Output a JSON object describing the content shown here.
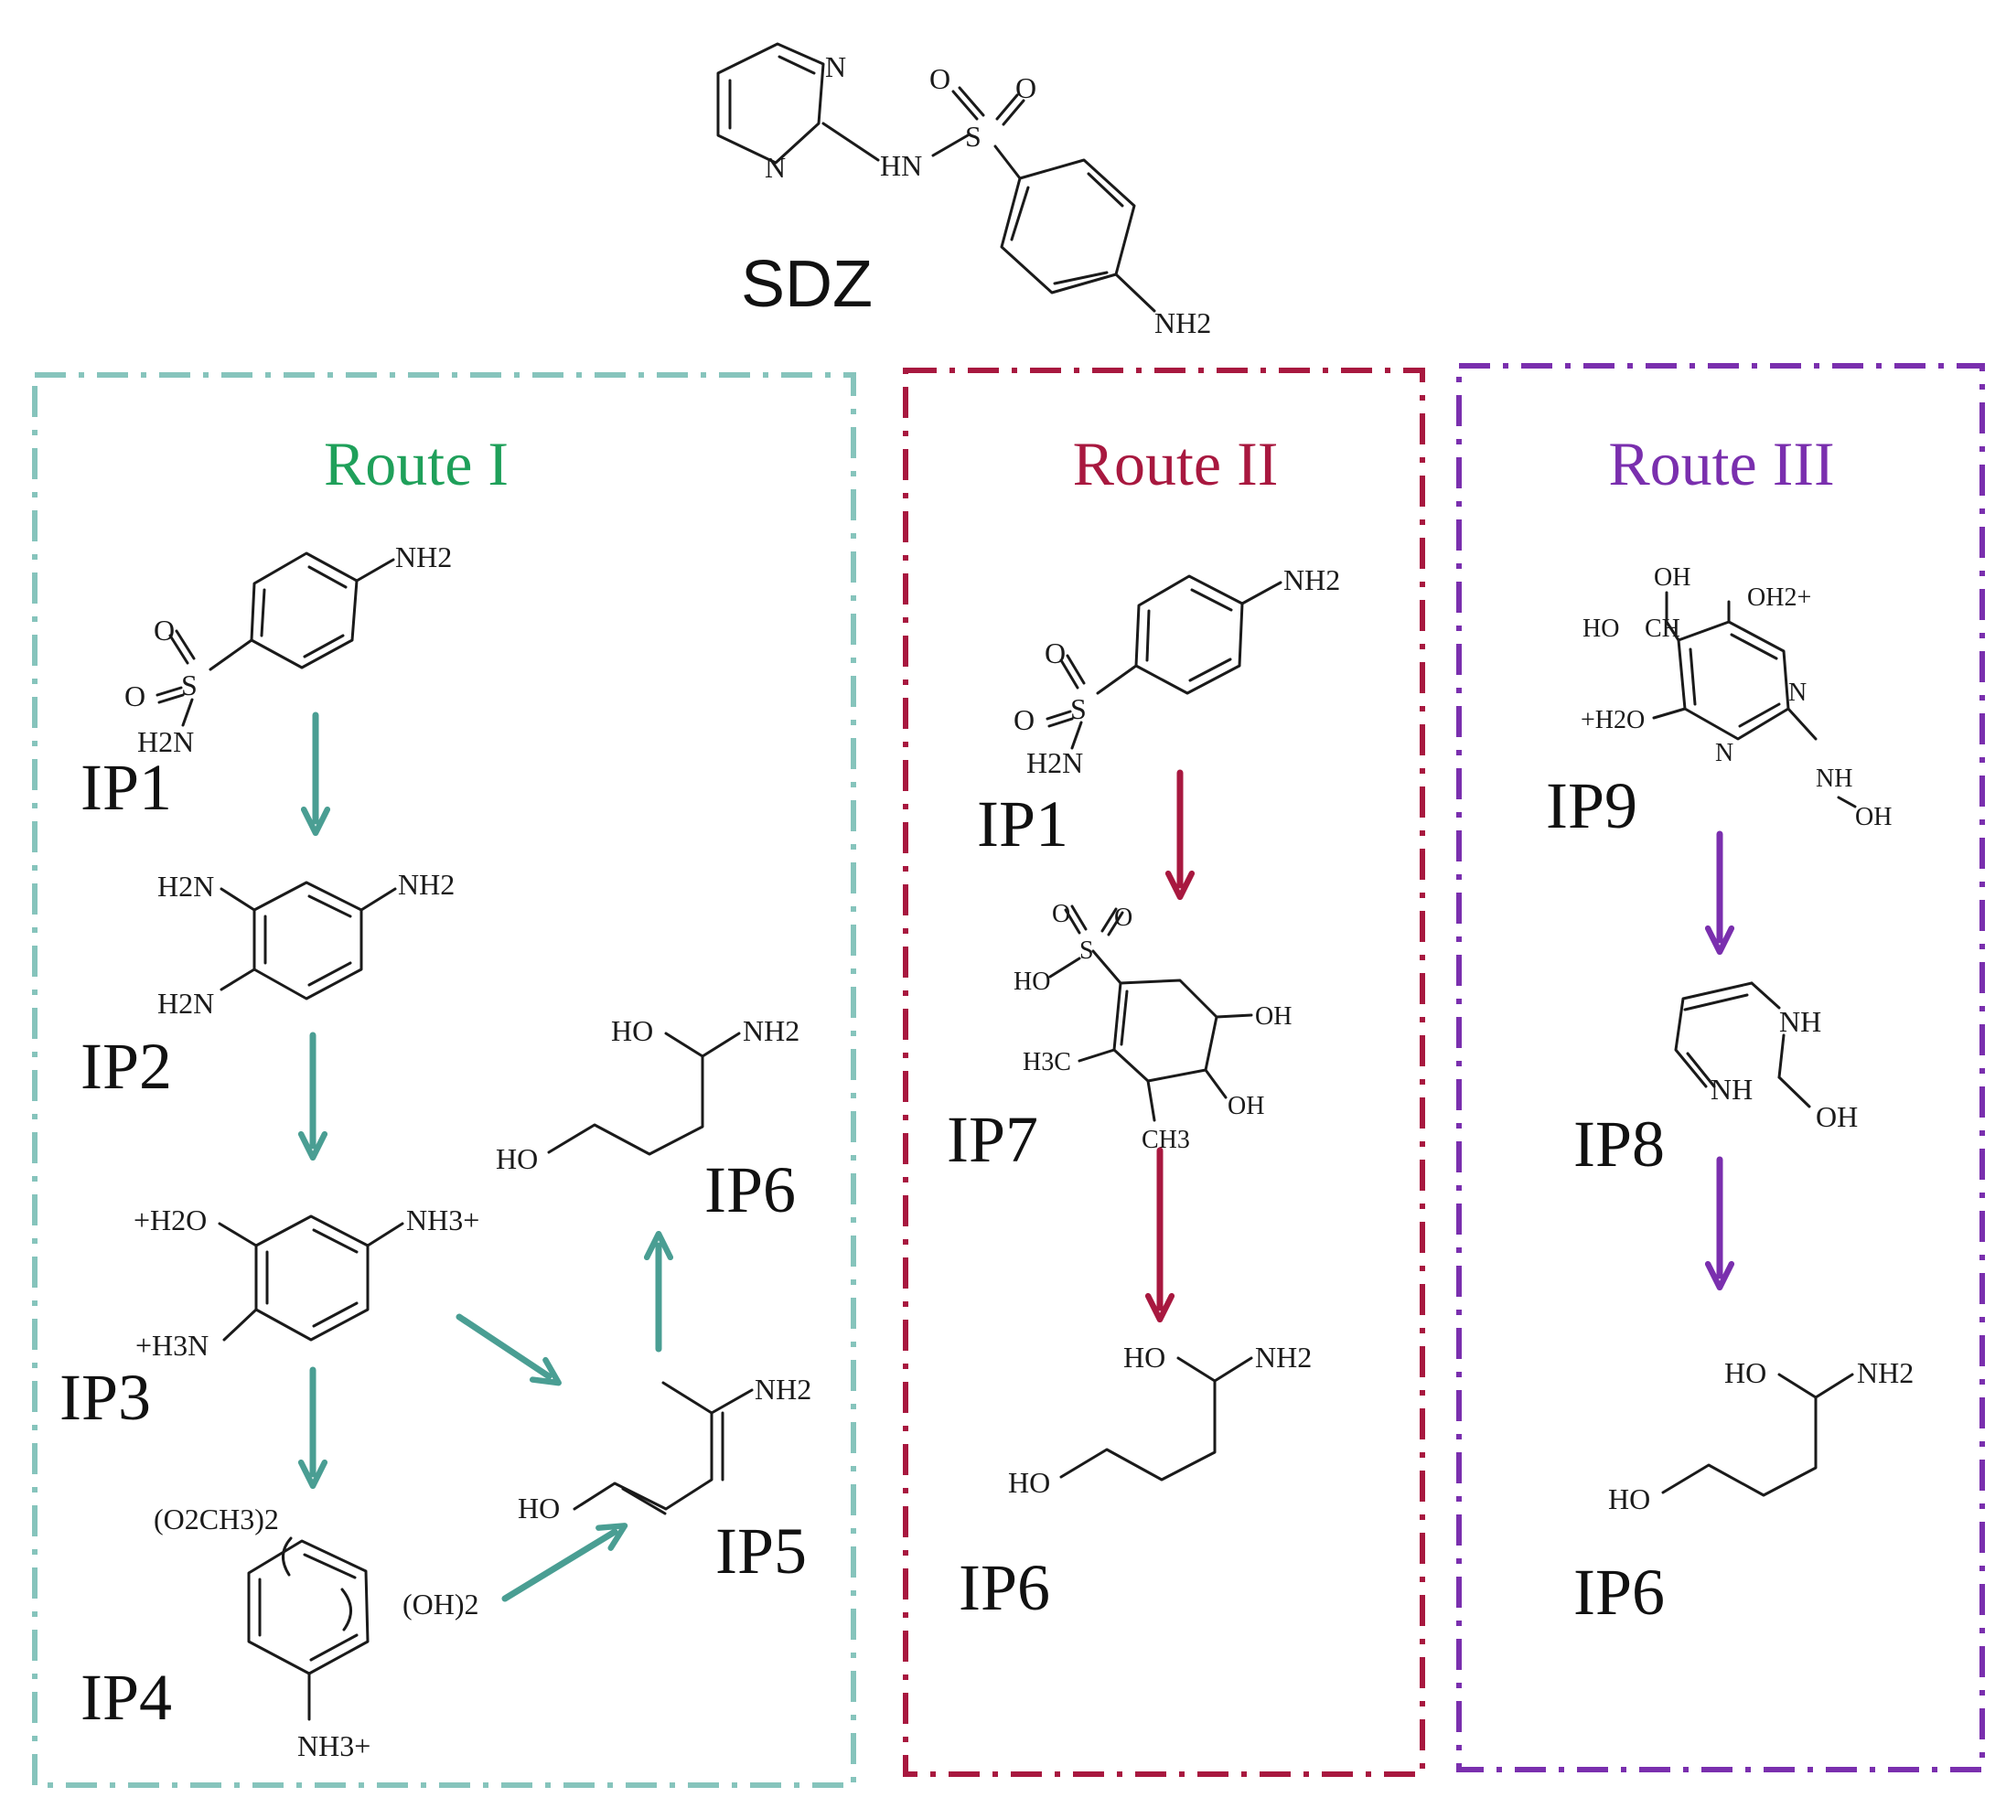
{
  "parent": {
    "name": "SDZ",
    "atoms": [
      "N",
      "N",
      "HN",
      "S",
      "O",
      "O",
      "NH2"
    ]
  },
  "colors": {
    "route1": "#4a9e93",
    "route1_frame": "#86c4bc",
    "route1_title": "#1fa05a",
    "route2": "#a8183f",
    "route3": "#7a2fae"
  },
  "routes": [
    {
      "title": "Route I",
      "products": {
        "ip1": {
          "label": "IP1",
          "atoms": [
            "NH2",
            "O",
            "O",
            "S",
            "H2N"
          ]
        },
        "ip2": {
          "label": "IP2",
          "atoms": [
            "H2N",
            "NH2",
            "H2N"
          ]
        },
        "ip3": {
          "label": "IP3",
          "atoms": [
            "+H2O",
            "NH3+",
            "+H3N"
          ]
        },
        "ip4": {
          "label": "IP4",
          "atoms": [
            "(O2CH3)2",
            "(OH)2",
            "NH3+"
          ]
        },
        "ip5": {
          "label": "IP5",
          "atoms": [
            "NH2",
            "HO"
          ]
        },
        "ip6": {
          "label": "IP6",
          "atoms": [
            "HO",
            "NH2",
            "HO"
          ]
        }
      }
    },
    {
      "title": "Route II",
      "products": {
        "ip1": {
          "label": "IP1",
          "atoms": [
            "NH2",
            "O",
            "O",
            "S",
            "H2N"
          ]
        },
        "ip7": {
          "label": "IP7",
          "atoms": [
            "O",
            "O",
            "S",
            "HO",
            "OH",
            "H3C",
            "OH",
            "CH3"
          ]
        },
        "ip6": {
          "label": "IP6",
          "atoms": [
            "HO",
            "NH2",
            "HO"
          ]
        }
      }
    },
    {
      "title": "Route III",
      "products": {
        "ip9": {
          "label": "IP9",
          "atoms": [
            "OH",
            "HO",
            "CH",
            "OH2+",
            "N",
            "+H2O",
            "N",
            "NH",
            "OH"
          ]
        },
        "ip8": {
          "label": "IP8",
          "atoms": [
            "NH",
            "NH",
            "OH"
          ]
        },
        "ip6": {
          "label": "IP6",
          "atoms": [
            "HO",
            "NH2",
            "HO"
          ]
        }
      }
    }
  ]
}
